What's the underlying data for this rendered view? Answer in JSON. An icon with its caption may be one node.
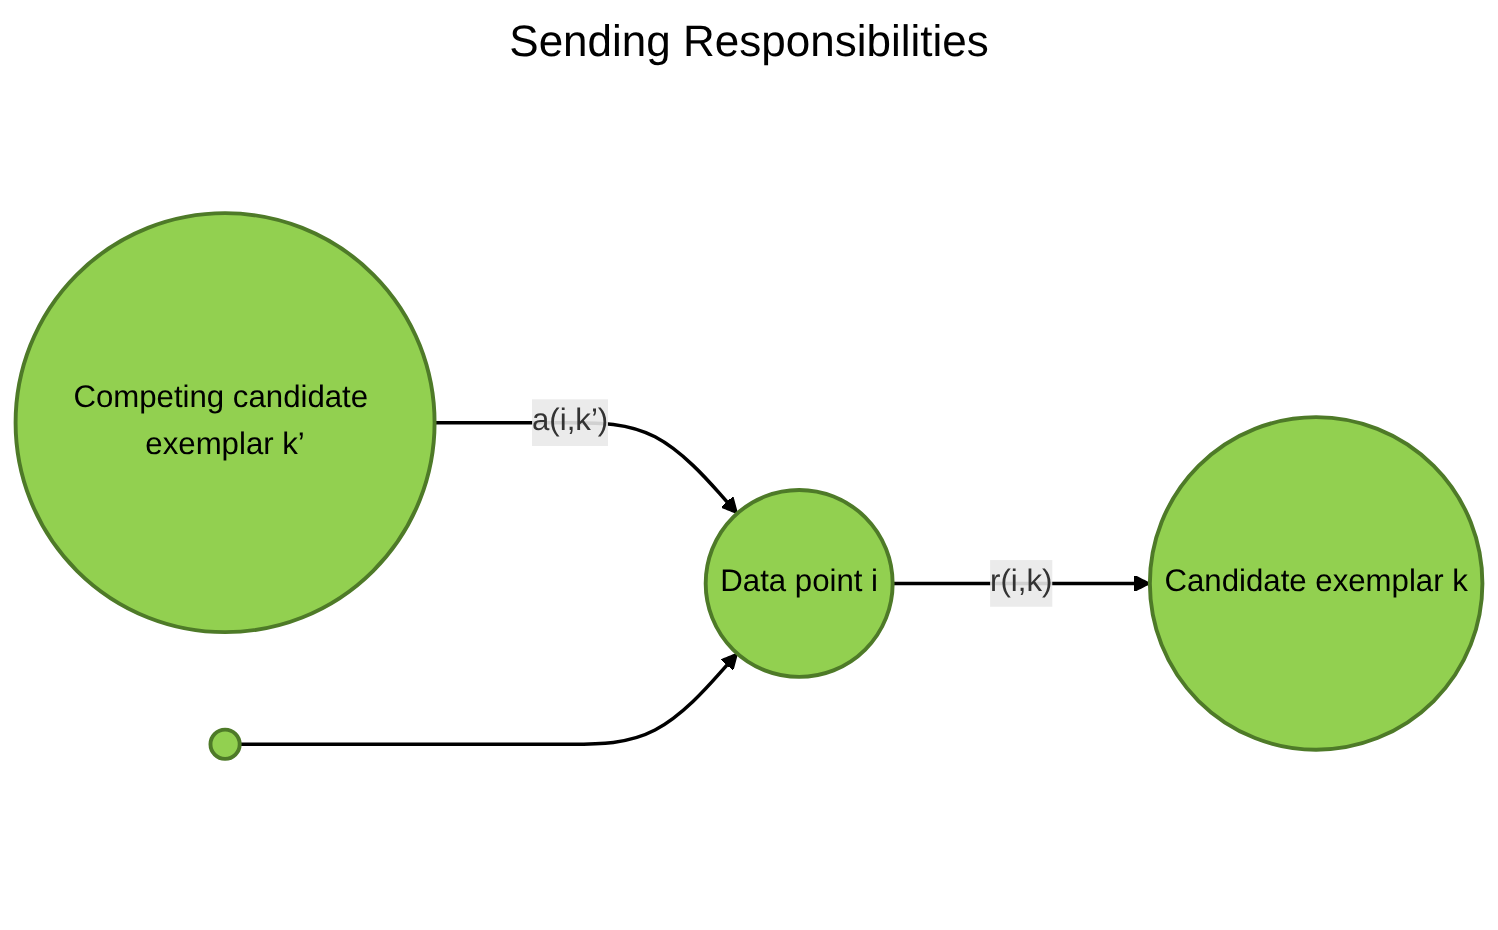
{
  "diagram": {
    "title": "Sending Responsibilities",
    "nodes": [
      {
        "text": [
          "Competing candidate exemplar k’"
        ]
      },
      {
        "text": [
          "Candidate exemplar k"
        ]
      },
      {
        "text": [
          "Data point i"
        ]
      },
      {
        "text": [],
        "shape": "circle"
      }
    ],
    "edges": [
      {
        "from": 0,
        "to": 2,
        "arrow": "to",
        "label": "a(i,k’)"
      },
      {
        "from": 2,
        "to": 1,
        "arrow": "to",
        "label": "r(i,k)"
      },
      {
        "from": 3,
        "to": 2,
        "arrow": "to"
      }
    ]
  }
}
